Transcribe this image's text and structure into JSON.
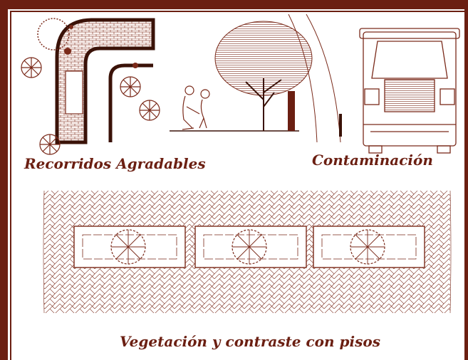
{
  "captions": {
    "left_top": "Recorridos Agradables",
    "right_top": "Contaminación",
    "bottom": "Vegetación y contraste con pisos"
  },
  "colors": {
    "frame": "#6b1f12",
    "ink": "#7a2a1a",
    "fill": "#f4e6e2"
  },
  "illustrations": [
    {
      "name": "paved-path-plan",
      "depicts": "brick-paved curved walkway in plan view with trees"
    },
    {
      "name": "street-section",
      "depicts": "person with child, tree and street edge in elevation"
    },
    {
      "name": "truck-front",
      "depicts": "front view of a truck"
    },
    {
      "name": "paving-plan",
      "depicts": "herringbone paving with three planters and trees"
    }
  ]
}
